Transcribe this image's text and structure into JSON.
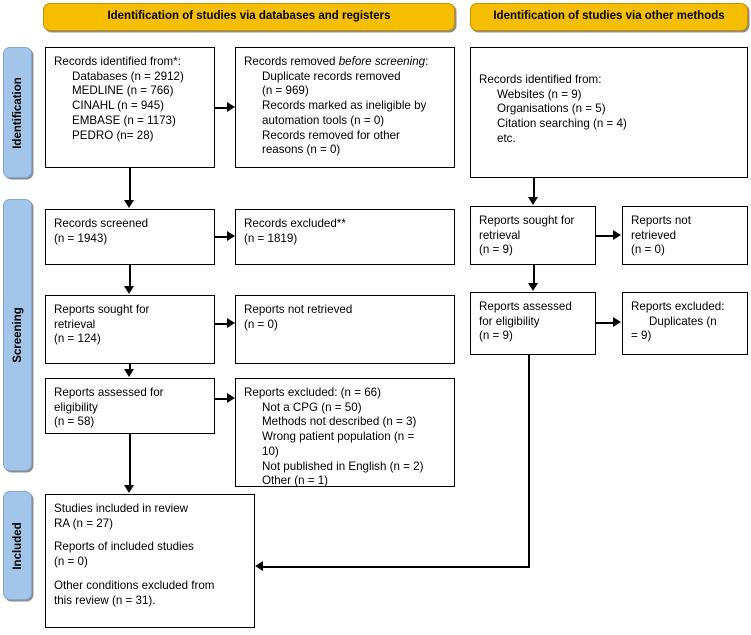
{
  "banners": {
    "databases": "Identification of studies via databases and registers",
    "other_methods": "Identification of studies via other methods"
  },
  "stages": {
    "identification": "Identification",
    "screening": "Screening",
    "included": "Included"
  },
  "colors": {
    "banner_fill": "#F6BE00",
    "stage_fill": "#A3C5EA",
    "box_border": "#000000",
    "text": "#000000"
  },
  "boxes": {
    "records_identified": {
      "title": "Records identified from*:",
      "items": [
        "Databases (n = 2912)",
        "MEDLINE (n = 766)",
        "CINAHL (n = 945)",
        "EMBASE (n = 1173)",
        "PEDRO (n= 28)"
      ]
    },
    "records_removed": {
      "title_prefix": "Records removed ",
      "title_italic": "before screening",
      "title_suffix": ":",
      "items": [
        "Duplicate records removed",
        "(n = 969)",
        "Records marked as ineligible by",
        "automation tools (n = 0)",
        "Records removed for other",
        "reasons (n = 0)"
      ]
    },
    "other_identified": {
      "title": "Records identified from:",
      "items": [
        "Websites (n = 9)",
        "Organisations (n = 5)",
        "Citation searching (n = 4)",
        "etc."
      ]
    },
    "records_screened": {
      "lines": [
        "Records screened",
        "(n = 1943)"
      ]
    },
    "records_excluded": {
      "lines": [
        "Records excluded**",
        "(n = 1819)"
      ]
    },
    "reports_sought_right": {
      "lines": [
        "Reports sought for",
        "retrieval",
        "(n = 9)"
      ]
    },
    "reports_not_retrieved_right": {
      "lines": [
        "Reports not",
        "retrieved",
        "(n = 0)"
      ]
    },
    "reports_sought": {
      "lines": [
        "Reports sought for",
        "retrieval",
        "(n = 124)"
      ]
    },
    "reports_not_retrieved": {
      "lines": [
        "Reports not retrieved",
        "(n = 0)"
      ]
    },
    "reports_assessed_right": {
      "lines": [
        "Reports assessed",
        "for eligibility",
        "(n = 9)"
      ]
    },
    "reports_excluded_right": {
      "title": "Reports excluded:",
      "items": [
        "Duplicates (n",
        "= 9)"
      ]
    },
    "reports_assessed": {
      "lines": [
        "Reports assessed for",
        "eligibility",
        "(n = 58)"
      ]
    },
    "reports_excluded": {
      "title": "Reports excluded: (n = 66)",
      "items": [
        "Not a CPG (n = 50)",
        "Methods not described (n = 3)",
        "Wrong patient population (n =",
        "10)",
        "Not published in English (n = 2)",
        "Other (n = 1)"
      ]
    },
    "studies_included": {
      "group1": [
        "Studies included in review",
        "RA (n = 27)"
      ],
      "group2": [
        "Reports of included studies",
        "(n = 0)"
      ],
      "group3": [
        "Other conditions excluded from",
        "this review (n = 31)."
      ]
    }
  }
}
